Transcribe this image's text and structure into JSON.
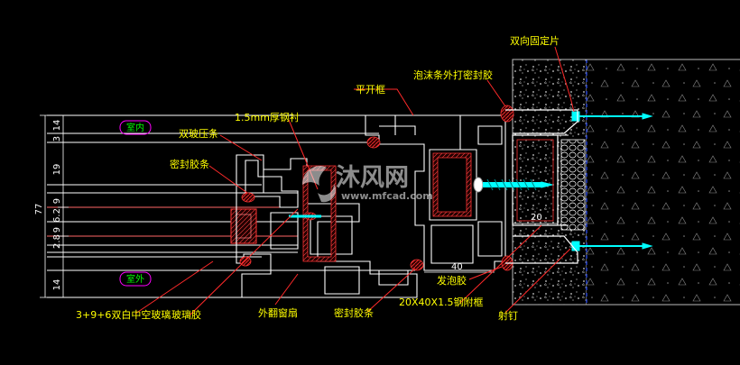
{
  "colors": {
    "background": "#000000",
    "frame": "#ffffff",
    "gasket": "#ff3333",
    "annotation": "#ffff00",
    "leader": "#ff2a2a",
    "screw": "#00ffff",
    "wall": "#cccccc",
    "room_tag": "#ff00ff"
  },
  "labels": {
    "fixing_plate": "双向固定片",
    "foam_seal": "泡沫条外打密封胶",
    "casement_frame": "平开框",
    "steel_lining": "1.5mm厚钢衬",
    "double_glazing_bead": "双玻压条",
    "seal_strip_top": "密封胶条",
    "glass_spec": "3+9+6双白中空玻璃",
    "glass_sealant": "玻璃胶",
    "outward_sash": "外翻窗扇",
    "seal_strip_bottom": "密封胶条",
    "foam_glue": "发泡胶",
    "steel_subframe": "20X40X1.5钢附框",
    "nail": "射钉",
    "indoor": "室内",
    "outdoor": "室外"
  },
  "dimensions": {
    "total": "77",
    "segments": [
      "14",
      "3",
      "19",
      "9",
      "6.2",
      "9",
      "2.8",
      "14"
    ],
    "width_20": "20",
    "width_40": "40"
  },
  "watermark": {
    "brand": "沐风网",
    "url": "www.mfcad.com"
  }
}
